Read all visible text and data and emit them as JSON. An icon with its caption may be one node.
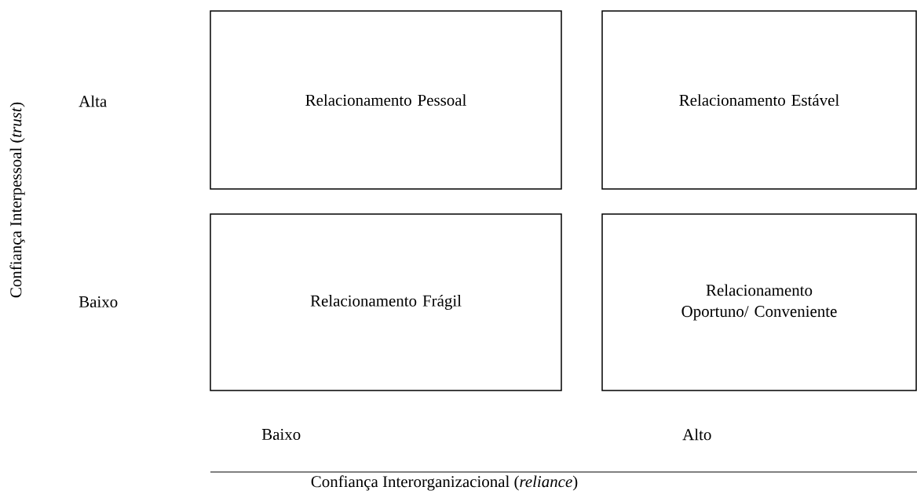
{
  "diagram": {
    "nodes": [
      {
        "text": [
          "Relacionamento Pessoal"
        ]
      },
      {
        "text": [
          "Relacionamento Estável"
        ]
      },
      {
        "text": [
          "Relacionamento Frágil"
        ]
      },
      {
        "text": [
          "Relacionamento Oportuno/ Conveniente"
        ]
      }
    ],
    "labels": [
      "Confiança Interpessoal (*trust*)",
      "Alta",
      "Baixo",
      "Baixo",
      "Alto",
      "Confiança Interorganizacional (*reliance*)"
    ]
  }
}
